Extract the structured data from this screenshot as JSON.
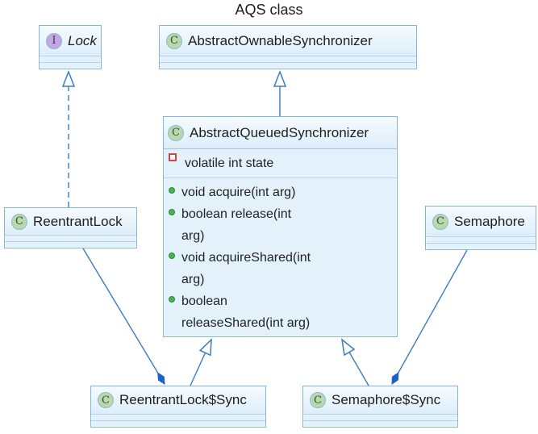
{
  "title": "AQS class",
  "colors": {
    "line_blue": "#3a7cc4",
    "box_border": "#86b4dc",
    "box_fill": "#e3f1fb",
    "composition_diamond": "#1e62c8",
    "class_icon_green": "#b9d8ab",
    "interface_icon_purple": "#c5a6e4",
    "method_dot_green": "#4caf50",
    "field_square_red": "#cf4444"
  },
  "classes": {
    "lock": {
      "name": "Lock",
      "icon_letter": "I",
      "kind": "interface"
    },
    "aos": {
      "name": "AbstractOwnableSynchronizer",
      "icon_letter": "C",
      "kind": "class"
    },
    "aqs": {
      "name": "AbstractQueuedSynchronizer",
      "icon_letter": "C",
      "kind": "class",
      "fields": [
        "volatile int state"
      ],
      "methods": [
        "void acquire(int arg)",
        "boolean release(int\narg)",
        "void acquireShared(int\narg)",
        "boolean\nreleaseShared(int arg)"
      ]
    },
    "reentrantlock": {
      "name": "ReentrantLock",
      "icon_letter": "C",
      "kind": "class"
    },
    "semaphore": {
      "name": "Semaphore",
      "icon_letter": "C",
      "kind": "class"
    },
    "rlsync": {
      "name": "ReentrantLock$Sync",
      "icon_letter": "C",
      "kind": "class"
    },
    "semsync": {
      "name": "Semaphore$Sync",
      "icon_letter": "C",
      "kind": "class"
    }
  },
  "edges": [
    {
      "from": "ReentrantLock",
      "to": "Lock",
      "type": "realization"
    },
    {
      "from": "AbstractQueuedSynchronizer",
      "to": "AbstractOwnableSynchronizer",
      "type": "generalization"
    },
    {
      "from": "ReentrantLock$Sync",
      "to": "AbstractQueuedSynchronizer",
      "type": "generalization"
    },
    {
      "from": "Semaphore$Sync",
      "to": "AbstractQueuedSynchronizer",
      "type": "generalization"
    },
    {
      "from": "ReentrantLock",
      "to": "ReentrantLock$Sync",
      "type": "composition"
    },
    {
      "from": "Semaphore",
      "to": "Semaphore$Sync",
      "type": "composition"
    }
  ]
}
